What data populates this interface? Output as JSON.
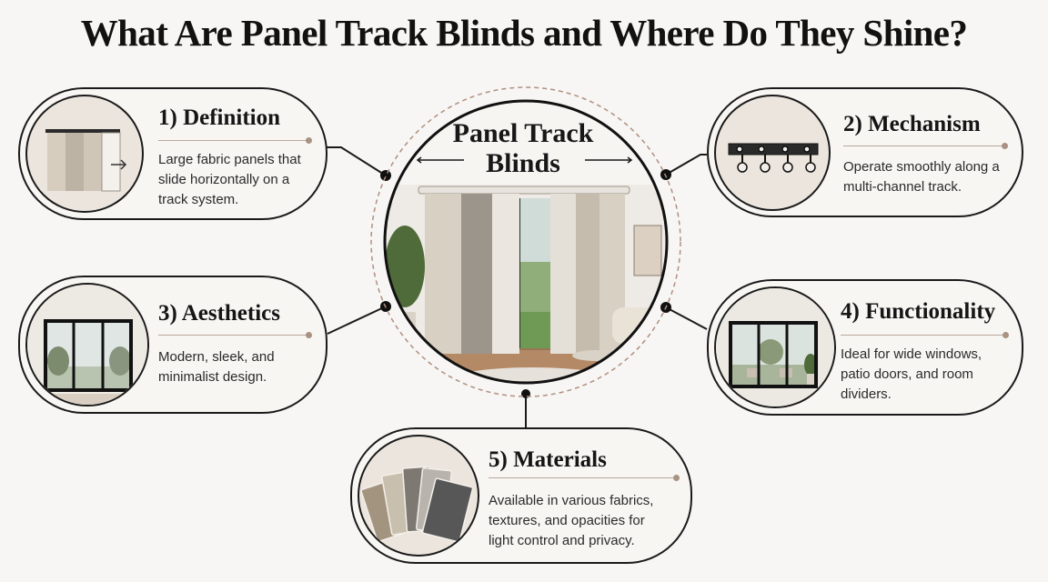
{
  "title": "What Are Panel Track Blinds and Where Do They Shine?",
  "center": {
    "line1": "Panel Track",
    "line2": "Blinds"
  },
  "cards": [
    {
      "heading": "1) Definition",
      "text": "Large fabric panels that slide horizontally on a track system.",
      "icon": "fabric-panels-icon"
    },
    {
      "heading": "2) Mechanism",
      "text": "Operate smoothly along a multi-channel track.",
      "icon": "track-rollers-icon"
    },
    {
      "heading": "3) Aesthetics",
      "text": "Modern, sleek, and minimalist design.",
      "icon": "modern-window-icon"
    },
    {
      "heading": "4) Functionality",
      "text": "Ideal for wide windows, patio doors, and room dividers.",
      "icon": "patio-door-icon"
    },
    {
      "heading": "5) Materials",
      "text": "Available in various fabrics, textures, and opacities for light control and privacy.",
      "icon": "fabric-swatches-icon"
    }
  ],
  "colors": {
    "outline": "#1a1a1a",
    "background": "#f7f6f4",
    "accent": "#a99282"
  }
}
